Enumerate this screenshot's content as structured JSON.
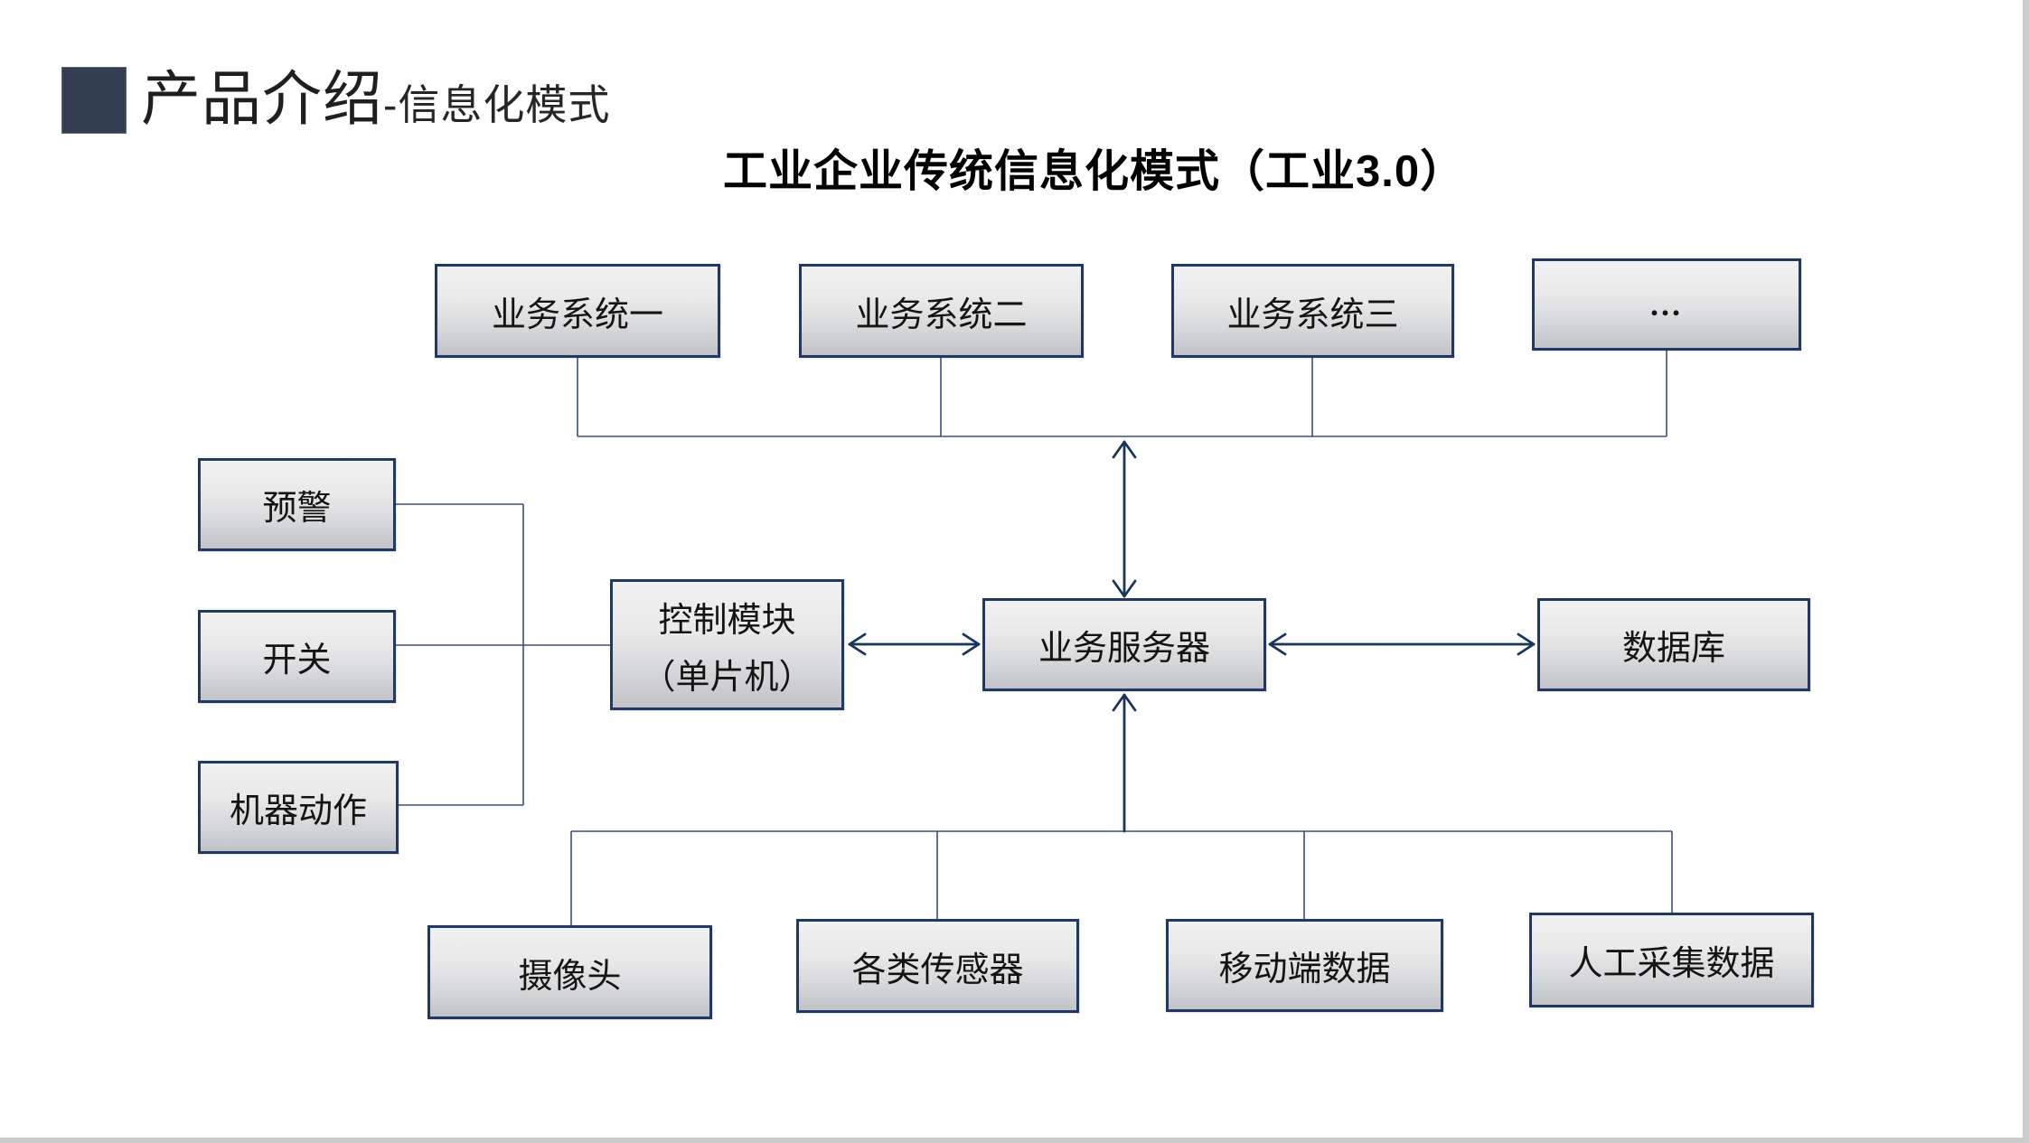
{
  "slide": {
    "header": {
      "title": "产品介绍",
      "subtitle": "-信息化模式"
    },
    "diagram_title": "工业企业传统信息化模式（工业3.0）",
    "nodes": {
      "biz1": {
        "label": "业务系统一"
      },
      "biz2": {
        "label": "业务系统二"
      },
      "biz3": {
        "label": "业务系统三"
      },
      "more": {
        "label": "..."
      },
      "warning": {
        "label": "预警"
      },
      "switch": {
        "label": "开关"
      },
      "machine_action": {
        "label": "机器动作"
      },
      "control_module": {
        "line1": "控制模块",
        "line2": "（单片机）"
      },
      "server": {
        "label": "业务服务器"
      },
      "database": {
        "label": "数据库"
      },
      "camera": {
        "label": "摄像头"
      },
      "sensors": {
        "label": "各类传感器"
      },
      "mobile_data": {
        "label": "移动端数据"
      },
      "manual_data": {
        "label": "人工采集数据"
      }
    },
    "edges": [
      {
        "from": "biz1",
        "to": "server",
        "type": "bus-line"
      },
      {
        "from": "biz2",
        "to": "server",
        "type": "bus-line"
      },
      {
        "from": "biz3",
        "to": "server",
        "type": "bus-line"
      },
      {
        "from": "more",
        "to": "server",
        "type": "bus-line"
      },
      {
        "from": "bus_top",
        "to": "server",
        "type": "double-arrow"
      },
      {
        "from": "control_module",
        "to": "server",
        "type": "double-arrow"
      },
      {
        "from": "server",
        "to": "database",
        "type": "double-arrow"
      },
      {
        "from": "warning",
        "to": "control_module",
        "type": "line"
      },
      {
        "from": "switch",
        "to": "control_module",
        "type": "line"
      },
      {
        "from": "machine_action",
        "to": "control_module",
        "type": "line"
      },
      {
        "from": "camera",
        "to": "server",
        "type": "bus-arrow-up"
      },
      {
        "from": "sensors",
        "to": "server",
        "type": "bus-arrow-up"
      },
      {
        "from": "mobile_data",
        "to": "server",
        "type": "bus-arrow-up"
      },
      {
        "from": "manual_data",
        "to": "server",
        "type": "bus-arrow-up"
      }
    ],
    "colors": {
      "accent_square": "#333F50",
      "box_border": "#1F3864",
      "box_fill_top": "#F1F1F2",
      "box_fill_bottom": "#C2C3C7",
      "connector_line": "#3C4E7C",
      "arrow": "#17365D",
      "edge_strip": "#CBCBCB"
    }
  }
}
